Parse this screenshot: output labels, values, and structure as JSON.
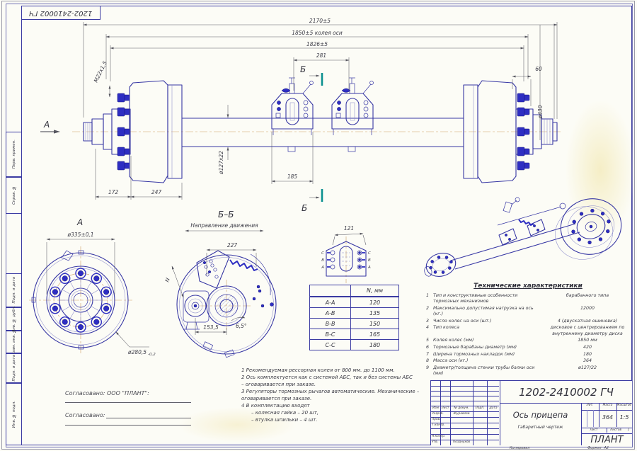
{
  "sheet": {
    "stamp_number": "1202-2410002 ГЧ",
    "format_label": "Формат",
    "format_value": "А2",
    "copied_label": "Копировал"
  },
  "margin_stamps": [
    "Перв. примен.",
    "Справ. №",
    "Подп. и дата",
    "Инв. № дубл.",
    "Взам. инв. №",
    "Подп. и дата",
    "Инв. № подл."
  ],
  "main_view": {
    "dim_overall": "2170±5",
    "dim_track": "1850±5 колея оси",
    "dim_inner": "1826±5",
    "dim_spring": "281",
    "dim_offset": "60",
    "dim_thread": "М22х1,5",
    "dim_tube": "ø127х22",
    "dim_bracket": "185",
    "dim_hub1": "172",
    "dim_hub2": "247",
    "dim_drum": "ø430",
    "view_label": "А",
    "section_label": "Б"
  },
  "view_a": {
    "title": "А",
    "dim_outer": "ø335±0,1",
    "dim_inner": "ø280,5",
    "dim_inner_tol": "-0,2"
  },
  "view_b": {
    "title": "Б–Б",
    "subtitle": "Направление движения",
    "dim_width": "227",
    "dim_n": "N",
    "dim_base": "153,5",
    "dim_angle": "6,5°"
  },
  "detail": {
    "dim": "121",
    "left_labels": [
      "С",
      "В",
      "А"
    ],
    "right_labels": [
      "С",
      "В",
      "А"
    ]
  },
  "spacing_table": {
    "value_header": "N, мм",
    "rows": [
      {
        "key": "А-А",
        "value": "120"
      },
      {
        "key": "А-В",
        "value": "135"
      },
      {
        "key": "В-В",
        "value": "150"
      },
      {
        "key": "В-С",
        "value": "165"
      },
      {
        "key": "С-С",
        "value": "180"
      }
    ]
  },
  "specs": {
    "title": "Технические характеристики",
    "items": [
      {
        "n": "1",
        "label": "Тип и конструктивные особенности тормозных механизмов",
        "value": "барабанного типа"
      },
      {
        "n": "2",
        "label": "Максимально допустимая нагрузка на ось (кг.)",
        "value": "12000"
      },
      {
        "n": "3",
        "label": "Число колес на оси (шт.)",
        "value": "4 (двускатная ошиновка)"
      },
      {
        "n": "4",
        "label": "Тип колеса",
        "value": "дисковое с центрированием по внутреннему диаметру диска"
      },
      {
        "n": "5",
        "label": "Колея колес (мм)",
        "value": "1850 мм"
      },
      {
        "n": "6",
        "label": "Тормозные барабаны диаметр (мм)",
        "value": "420"
      },
      {
        "n": "7",
        "label": "Ширина тормозных накладок (мм)",
        "value": "180"
      },
      {
        "n": "8",
        "label": "Масса оси (кг.)",
        "value": "364"
      },
      {
        "n": "9",
        "label": "Диаметр/толщина стенки трубы балки оси (мм)",
        "value": "ø127/22"
      }
    ]
  },
  "notes": {
    "lines": [
      "1 Рекомендуемая рессорная колея от 800 мм. до 1100 мм.",
      "2 Ось комплектуется как с системой АБС, так и без системы АБС",
      "– оговаривается при заказе.",
      "3 Регуляторы тормозных рычагов автоматические. Механические –",
      "оговаривается при заказе.",
      "4 В комплектацию входят",
      "– колесная гайка – 20 шт,",
      "– втулка шпильки – 4 шт."
    ]
  },
  "approvals": {
    "line1": "Согласовано: ООО \"ПЛАНТ\":",
    "line2": "Согласовано:"
  },
  "title_block": {
    "doc_number": "1202-2410002 ГЧ",
    "name": "Ось прицепа",
    "doc_type": "Габаритный чертеж",
    "company": "ПЛАНТ",
    "columns": [
      "Изм",
      "Лист",
      "№ докум.",
      "Подп.",
      "Дата"
    ],
    "rows": [
      {
        "role": "Разраб.",
        "name": "Журавлев"
      },
      {
        "role": "Пров.",
        "name": ""
      },
      {
        "role": "Т.контр.",
        "name": ""
      },
      {
        "role": "",
        "name": ""
      },
      {
        "role": "Н.контр.",
        "name": ""
      },
      {
        "role": "Утв.",
        "name": "Позднухов"
      }
    ],
    "lit_label": "Лит.",
    "mass_label": "Масса",
    "scale_label": "Масштаб",
    "mass_value": "364",
    "scale_value": "1:5",
    "sheet_label": "Лист",
    "sheets_label": "Листов",
    "sheets_value": "1"
  }
}
